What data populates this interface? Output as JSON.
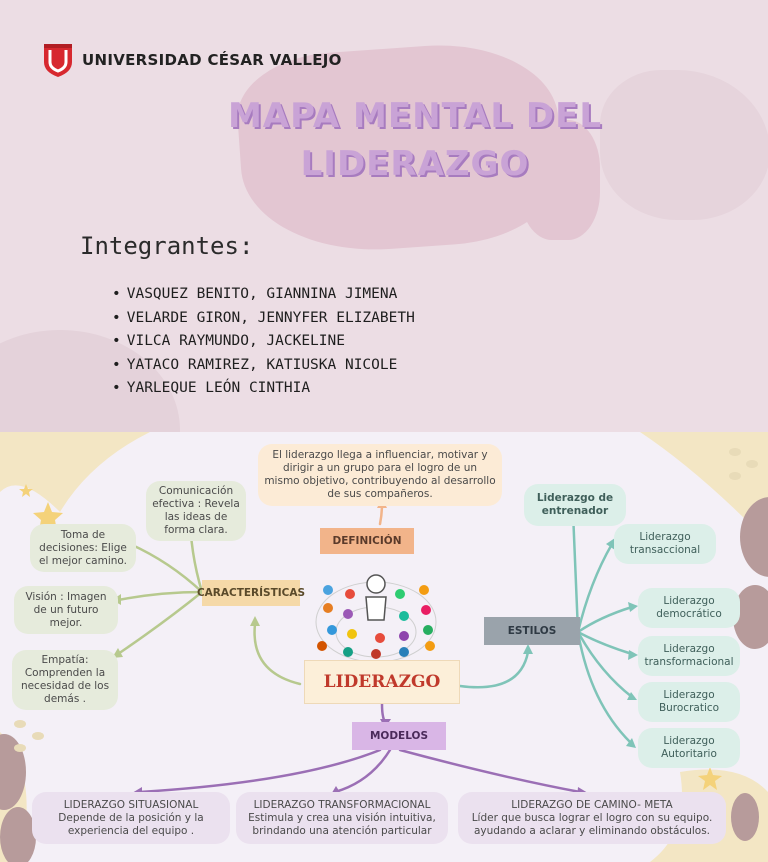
{
  "header": {
    "university": "UNIVERSIDAD CÉSAR VALLEJO",
    "title_line1": "MAPA MENTAL DEL",
    "title_line2": "LIDERAZGO",
    "members_label": "Integrantes:",
    "members": [
      "VASQUEZ BENITO, GIANNINA JIMENA",
      "VELARDE GIRON, JENNYFER ELIZABETH",
      "VILCA RAYMUNDO, JACKELINE",
      "YATACO RAMIREZ, KATIUSKA NICOLE",
      "YARLEQUE LEÓN CINTHIA"
    ]
  },
  "map": {
    "center": "LIDERAZGO",
    "definicion": {
      "label": "DEFINICIÓN",
      "text": "El liderazgo llega a influenciar, motivar y dirigir a un grupo para el logro de un mismo objetivo, contribuyendo al desarrollo de sus compañeros."
    },
    "caracteristicas": {
      "label": "CARACTERÍSTICAS",
      "items": [
        "Comunicación efectiva : Revela las ideas de forma clara.",
        "Toma de decisiones: Elige el mejor camino.",
        "Visión : Imagen de un futuro mejor.",
        "Empatía: Comprenden la necesidad de los demás ."
      ]
    },
    "estilos": {
      "label": "ESTILOS",
      "items": [
        "Liderazgo de entrenador",
        "Liderazgo transaccional",
        "Liderazgo democrático",
        "Liderazgo transformacional",
        "Liderazgo Burocratico",
        "Liderazgo Autoritario"
      ]
    },
    "modelos": {
      "label": "MODELOS",
      "items": [
        {
          "title": "LIDERAZGO SITUASIONAL",
          "text": "Depende de la posición y la experiencia del equipo ."
        },
        {
          "title": "LIDERAZGO TRANSFORMACIONAL",
          "text": "Estimula y crea una visión intuitiva, brindando una atención particular"
        },
        {
          "title": "LIDERAZGO DE CAMINO- META",
          "text": "Líder que busca lograr el logro con su equipo. ayudando a aclarar y eliminando obstáculos."
        }
      ]
    }
  },
  "colors": {
    "title": "#c9a3d6",
    "caracteristicas_branch": "#b7c98e",
    "estilos_branch": "#7fc4b8",
    "modelos_branch": "#9b6fb5",
    "definicion_label_bg": "#f2b48a",
    "estilos_label_bg": "#9aa3ab",
    "modelos_label_bg": "#d9b6e6",
    "caracteristicas_label_bg": "#f5d9a8",
    "center_bg": "#fcefd9",
    "center_text": "#c0392b",
    "university_red": "#d7282f"
  }
}
